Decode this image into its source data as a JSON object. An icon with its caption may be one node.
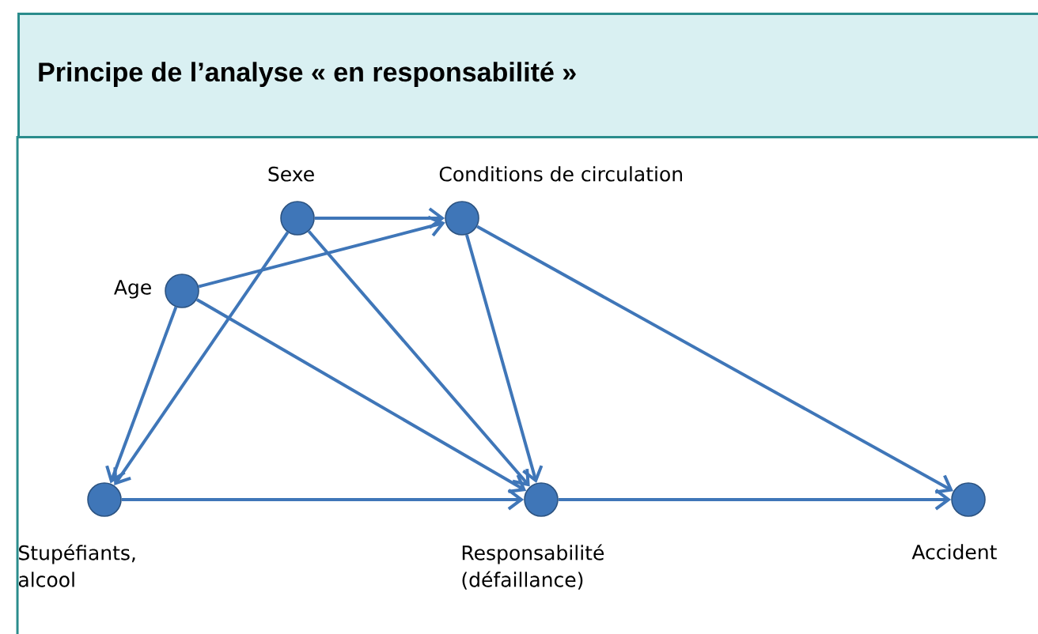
{
  "diagram": {
    "title": "Principe de l’analyse « en responsabilité »",
    "nodes": [
      {
        "text": [],
        "shape": "circle",
        "beside": [
          "Sexe"
        ]
      },
      {
        "text": [],
        "shape": "circle",
        "beside": [
          "Conditions de circulation"
        ]
      },
      {
        "text": [],
        "shape": "circle",
        "beside": [
          "Age"
        ]
      },
      {
        "text": [],
        "shape": "circle",
        "beside": [
          "Stupéfiants, alcool"
        ]
      },
      {
        "text": [],
        "shape": "circle",
        "beside": [
          "Responsabilité (défaillance)"
        ]
      },
      {
        "text": [],
        "shape": "circle",
        "beside": [
          "Accident"
        ]
      }
    ],
    "edges": [
      {
        "from": 0,
        "to": 1,
        "arrow": "to"
      },
      {
        "from": 2,
        "to": 1,
        "arrow": "to"
      },
      {
        "from": 0,
        "to": 3,
        "arrow": "to"
      },
      {
        "from": 2,
        "to": 3,
        "arrow": "to"
      },
      {
        "from": 0,
        "to": 4,
        "arrow": "to"
      },
      {
        "from": 2,
        "to": 4,
        "arrow": "to"
      },
      {
        "from": 1,
        "to": 4,
        "arrow": "to"
      },
      {
        "from": 1,
        "to": 5,
        "arrow": "to"
      },
      {
        "from": 3,
        "to": 4,
        "arrow": "to"
      },
      {
        "from": 4,
        "to": 5,
        "arrow": "to"
      }
    ]
  }
}
